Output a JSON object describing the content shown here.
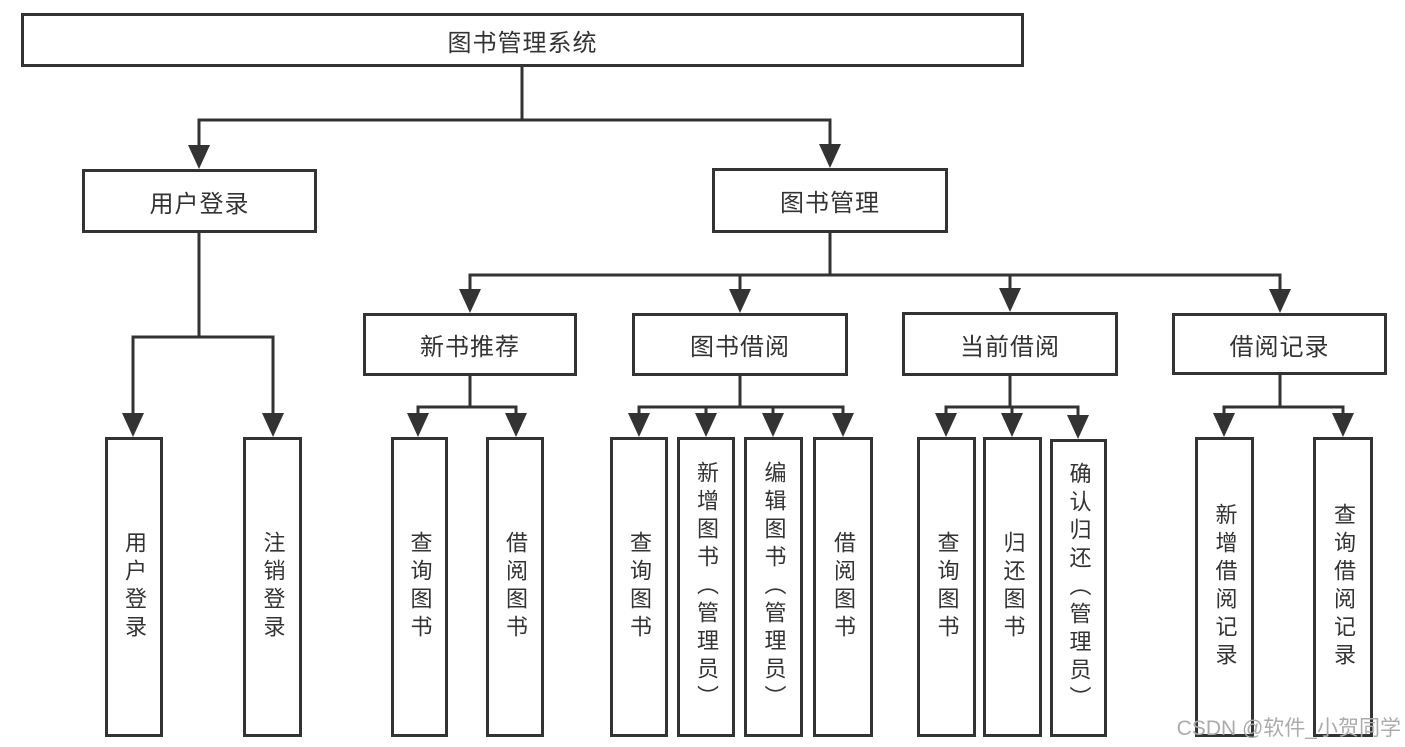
{
  "tree": {
    "label": "图书管理系统",
    "children": [
      {
        "label": "用户登录",
        "children": [
          {
            "label": "用户登录"
          },
          {
            "label": "注销登录"
          }
        ]
      },
      {
        "label": "图书管理",
        "children": [
          {
            "label": "新书推荐",
            "children": [
              {
                "label": "查询图书"
              },
              {
                "label": "借阅图书"
              }
            ]
          },
          {
            "label": "图书借阅",
            "children": [
              {
                "label": "查询图书"
              },
              {
                "label": "新增图书（管理员）"
              },
              {
                "label": "编辑图书（管理员）"
              },
              {
                "label": "借阅图书"
              }
            ]
          },
          {
            "label": "当前借阅",
            "children": [
              {
                "label": "查询图书"
              },
              {
                "label": "归还图书"
              },
              {
                "label": "确认归还（管理员）"
              }
            ]
          },
          {
            "label": "借阅记录",
            "children": [
              {
                "label": "新增借阅记录"
              },
              {
                "label": "查询借阅记录"
              }
            ]
          }
        ]
      }
    ]
  },
  "watermark": {
    "text": "CSDN @软件_小贺同学"
  },
  "colors": {
    "background": "#ffffff",
    "line": "#333333",
    "box_border": "#333333",
    "label_text": "#333333",
    "watermark_text": "#ababab"
  }
}
